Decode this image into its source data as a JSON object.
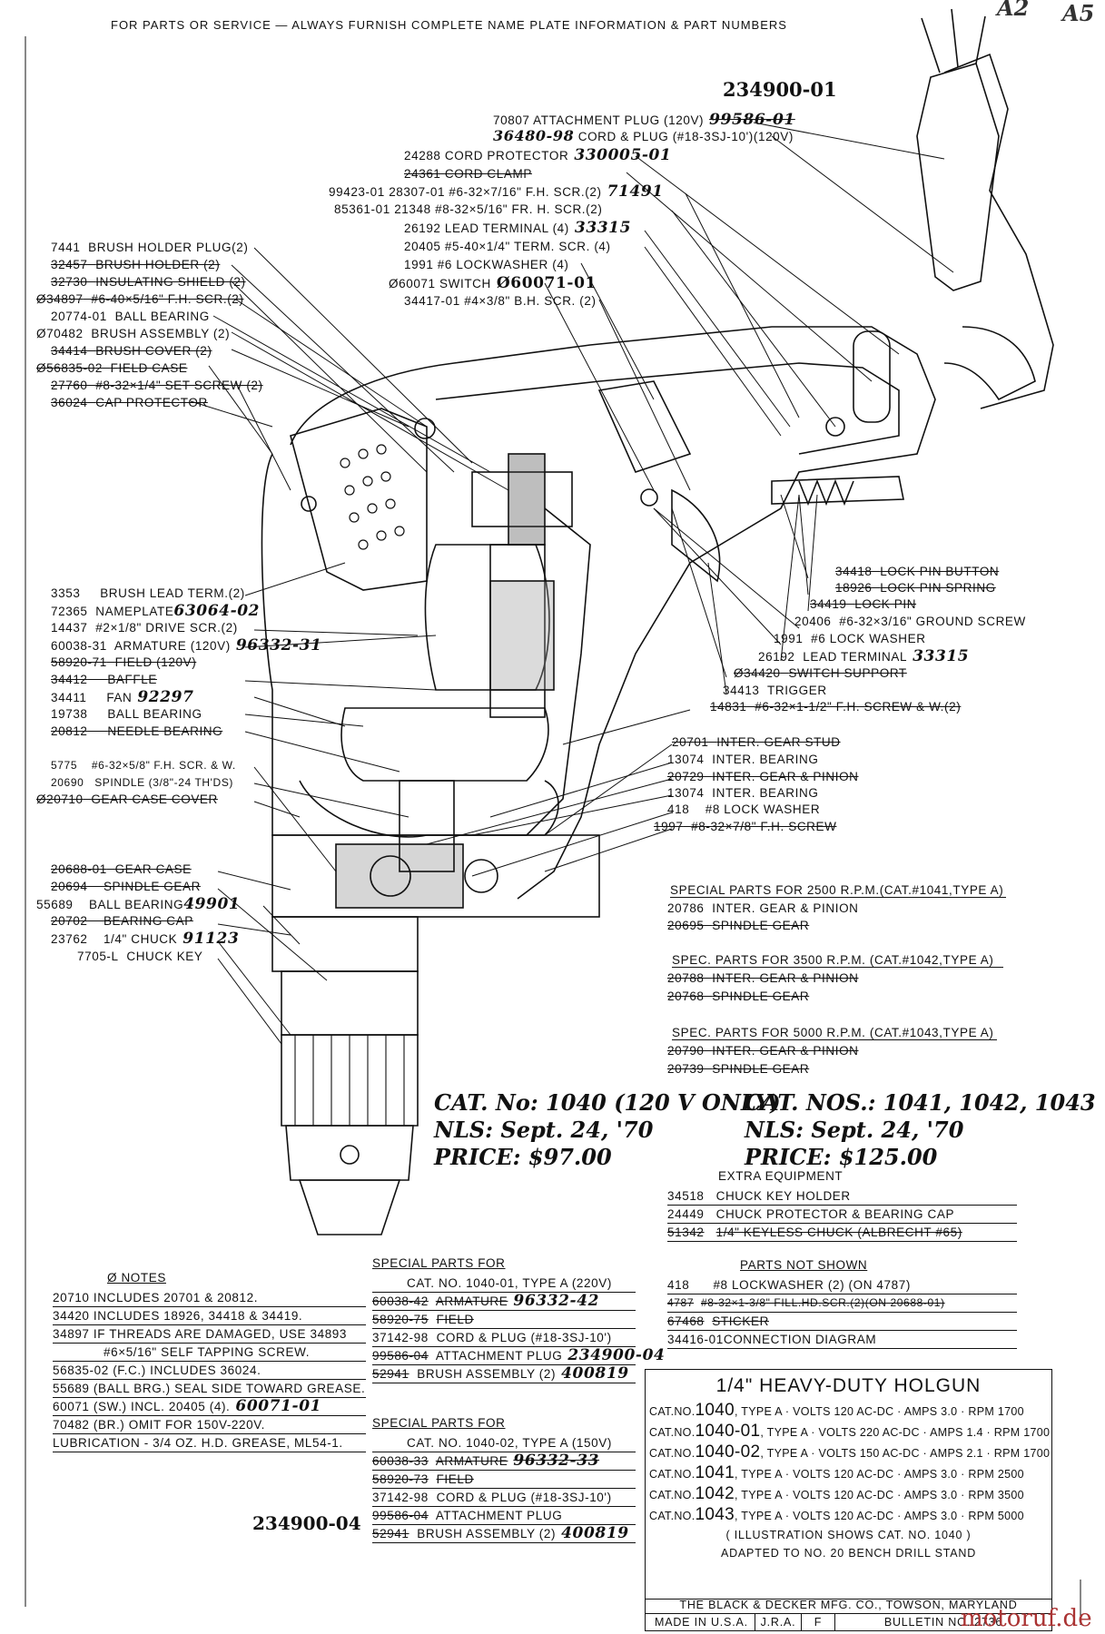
{
  "header": "FOR PARTS OR SERVICE — ALWAYS FURNISH COMPLETE NAME PLATE INFORMATION & PART NUMBERS",
  "corner_marks": [
    "A2",
    "A5"
  ],
  "top_number": "234900-01",
  "top_labels": [
    {
      "num": "70807",
      "text": "ATTACHMENT PLUG (120V)",
      "note": "99586-01",
      "struck": true
    },
    {
      "num": "36480-98",
      "text": "CORD & PLUG (#18-3SJ-10')(120V)",
      "note": "",
      "struck": false
    },
    {
      "num": "24288",
      "text": "CORD PROTECTOR",
      "note": "330005-01",
      "struck": true
    },
    {
      "num": "24361",
      "text": "CORD CLAMP",
      "note": "",
      "struck": true
    },
    {
      "num": "99423-01 28307-01",
      "text": "#6-32×7/16\" F.H. SCR.(2)",
      "note": "71491",
      "struck": true
    },
    {
      "num": "85361-01 21348",
      "text": "#8-32×5/16\" FR. H. SCR.(2)",
      "note": "",
      "struck": true
    },
    {
      "num": "26192",
      "text": "LEAD TERMINAL (4)",
      "note": "33315",
      "struck": true
    },
    {
      "num": "20405",
      "text": "#5-40×1/4\" TERM. SCR. (4)",
      "note": "",
      "struck": false
    },
    {
      "num": "1991",
      "text": "#6 LOCKWASHER (4)",
      "note": "",
      "struck": false
    },
    {
      "num": "Ø60071",
      "text": "SWITCH",
      "note": "Ø60071-01",
      "struck": true
    },
    {
      "num": "34417-01",
      "text": "#4×3/8\" B.H. SCR. (2)",
      "note": "",
      "struck": false
    }
  ],
  "left_labels_top": [
    {
      "num": "7441",
      "text": "BRUSH HOLDER PLUG(2)",
      "struck": false
    },
    {
      "num": "32457",
      "text": "BRUSH HOLDER (2)",
      "struck": true
    },
    {
      "num": "32730",
      "text": "INSULATING SHIELD (2)",
      "struck": true
    },
    {
      "num": "Ø34897",
      "text": "#6-40×5/16\" F.H. SCR.(2)",
      "struck": true
    },
    {
      "num": "20774-01",
      "text": "BALL BEARING",
      "struck": false
    },
    {
      "num": "Ø70482",
      "text": "BRUSH ASSEMBLY (2)",
      "struck": false
    },
    {
      "num": "34414",
      "text": "BRUSH COVER (2)",
      "struck": true
    },
    {
      "num": "Ø56835-02",
      "text": "FIELD CASE",
      "struck": true
    },
    {
      "num": "27760",
      "text": "#8-32×1/4\" SET SCREW (2)",
      "struck": true
    },
    {
      "num": "36024",
      "text": "CAP PROTECTOR",
      "struck": true
    }
  ],
  "left_labels_mid": [
    {
      "num": "3353",
      "text": "BRUSH LEAD TERM.(2)",
      "note": "",
      "struck": false
    },
    {
      "num": "72365",
      "text": "NAMEPLATE",
      "note": "63064-02",
      "struck": true
    },
    {
      "num": "14437",
      "text": "#2×1/8\" DRIVE SCR.(2)",
      "note": "",
      "struck": false
    },
    {
      "num": "60038-31",
      "text": "ARMATURE (120V)",
      "note": "96332-31",
      "struck": true
    },
    {
      "num": "58920-71",
      "text": "FIELD (120V)",
      "note": "",
      "struck": true
    },
    {
      "num": "34412",
      "text": "BAFFLE",
      "note": "",
      "struck": true
    },
    {
      "num": "34411",
      "text": "FAN",
      "note": "92297",
      "struck": true
    },
    {
      "num": "19738",
      "text": "BALL BEARING",
      "note": "",
      "struck": false
    },
    {
      "num": "20812",
      "text": "NEEDLE BEARING",
      "note": "",
      "struck": true
    },
    {
      "num": "5775",
      "text": "#6-32×5/8\" F.H. SCR. & W.",
      "note": "",
      "struck": false
    },
    {
      "num": "20690",
      "text": "SPINDLE (3/8\"-24 TH'DS)",
      "note": "",
      "struck": false
    },
    {
      "num": "Ø20710",
      "text": "GEAR CASE COVER",
      "note": "",
      "struck": true
    }
  ],
  "left_labels_bottom": [
    {
      "num": "20688-01",
      "text": "GEAR CASE",
      "note": "",
      "struck": true
    },
    {
      "num": "20694",
      "text": "SPINDLE GEAR",
      "note": "",
      "struck": true
    },
    {
      "num": "55689",
      "text": "BALL BEARING",
      "note": "49901",
      "struck": true
    },
    {
      "num": "20702",
      "text": "BEARING CAP",
      "note": "",
      "struck": true
    },
    {
      "num": "23762",
      "text": "1/4\" CHUCK",
      "note": "91123",
      "struck": true
    },
    {
      "num": "7705-L",
      "text": "CHUCK KEY",
      "note": "",
      "struck": false
    }
  ],
  "right_labels_mid": [
    {
      "num": "34418",
      "text": "LOCK PIN BUTTON",
      "note": "",
      "struck": true
    },
    {
      "num": "18926",
      "text": "LOCK PIN SPRING",
      "note": "",
      "struck": true
    },
    {
      "num": "34419",
      "text": "LOCK PIN",
      "note": "",
      "struck": true
    },
    {
      "num": "20406",
      "text": "#6-32×3/16\" GROUND SCREW",
      "note": "",
      "struck": false
    },
    {
      "num": "1991",
      "text": "#6 LOCK WASHER",
      "note": "",
      "struck": false
    },
    {
      "num": "26192",
      "text": "LEAD TERMINAL",
      "note": "33315",
      "struck": true
    },
    {
      "num": "Ø34420",
      "text": "SWITCH SUPPORT",
      "note": "",
      "struck": true
    },
    {
      "num": "34413",
      "text": "TRIGGER",
      "note": "",
      "struck": true
    },
    {
      "num": "14831",
      "text": "#6-32×1-1/2\" F.H. SCREW & W.(2)",
      "note": "",
      "struck": true
    }
  ],
  "right_labels_gear": [
    {
      "num": "20701",
      "text": "INTER. GEAR STUD",
      "struck": true
    },
    {
      "num": "13074",
      "text": "INTER. BEARING",
      "struck": false
    },
    {
      "num": "20729",
      "text": "INTER. GEAR & PINION",
      "struck": true
    },
    {
      "num": "13074",
      "text": "INTER. BEARING",
      "struck": false
    },
    {
      "num": "418",
      "text": "#8 LOCK WASHER",
      "struck": false
    },
    {
      "num": "1997",
      "text": "#8-32×7/8\" F.H. SCREW",
      "struck": true
    }
  ],
  "special_rpm": [
    {
      "title": "SPECIAL PARTS FOR 2500 R.P.M.(CAT.#1041,TYPE A)",
      "items": [
        {
          "num": "20786",
          "text": "INTER. GEAR & PINION",
          "struck": false
        },
        {
          "num": "20695",
          "text": "SPINDLE GEAR",
          "struck": true
        }
      ]
    },
    {
      "title": "SPEC. PARTS FOR 3500 R.P.M. (CAT.#1042,TYPE A)",
      "items": [
        {
          "num": "20788",
          "text": "INTER. GEAR & PINION",
          "struck": true
        },
        {
          "num": "20768",
          "text": "SPINDLE GEAR",
          "struck": true
        }
      ]
    },
    {
      "title": "SPEC. PARTS FOR 5000 R.P.M. (CAT.#1043,TYPE A)",
      "items": [
        {
          "num": "20790",
          "text": "INTER. GEAR & PINION",
          "struck": true
        },
        {
          "num": "20739",
          "text": "SPINDLE GEAR",
          "struck": true
        }
      ]
    }
  ],
  "handwritten_left": [
    "CAT. No: 1040 (120 V ONLY)",
    "NLS: Sept. 24, '70",
    "PRICE: $97.00"
  ],
  "handwritten_right": [
    "CAT. NOS.: 1041, 1042, 1043",
    "NLS: Sept. 24, '70",
    "PRICE: $125.00"
  ],
  "extra_equipment": {
    "title": "EXTRA EQUIPMENT",
    "items": [
      {
        "num": "34518",
        "text": "CHUCK KEY HOLDER",
        "struck": false
      },
      {
        "num": "24449",
        "text": "CHUCK PROTECTOR & BEARING CAP",
        "struck": false
      },
      {
        "num": "51342",
        "text": "1/4\" KEYLESS CHUCK (ALBRECHT #65)",
        "struck": true
      }
    ]
  },
  "notes": {
    "title": "Ø NOTES",
    "lines": [
      "20710  INCLUDES 20701 & 20812.",
      "34420  INCLUDES 18926, 34418 & 34419.",
      "34897  IF THREADS ARE DAMAGED, USE 34893",
      "#6×5/16\" SELF TAPPING SCREW.",
      "56835-02 (F.C.) INCLUDES 36024.",
      "55689 (BALL BRG.) SEAL SIDE TOWARD GREASE.",
      "60071 (SW.) INCL. 20405 (4).",
      "70482 (BR.) OMIT FOR 150V-220V.",
      "LUBRICATION - 3/4 OZ. H.D. GREASE, ML54-1."
    ],
    "switch_note": "60071-01"
  },
  "special_220": {
    "title1": "SPECIAL PARTS FOR",
    "title2": "CAT. NO. 1040-01, TYPE A (220V)",
    "items": [
      {
        "num": "60038-42",
        "text": "ARMATURE",
        "note": "96332-42",
        "struck": true
      },
      {
        "num": "58920-75",
        "text": "FIELD",
        "note": "",
        "struck": true
      },
      {
        "num": "37142-98",
        "text": "CORD & PLUG (#18-3SJ-10')",
        "note": "",
        "struck": false
      },
      {
        "num": "99586-04",
        "text": "ATTACHMENT PLUG",
        "note": "234900-04",
        "struck": true
      },
      {
        "num": "52941",
        "text": "BRUSH ASSEMBLY (2)",
        "note": "400819",
        "struck": true
      }
    ]
  },
  "special_150": {
    "title1": "SPECIAL PARTS FOR",
    "title2": "CAT. NO. 1040-02, TYPE A (150V)",
    "items": [
      {
        "num": "60038-33",
        "text": "ARMATURE",
        "note": "96332-33",
        "struck": true
      },
      {
        "num": "58920-73",
        "text": "FIELD",
        "note": "",
        "struck": true
      },
      {
        "num": "37142-98",
        "text": "CORD & PLUG (#18-3SJ-10')",
        "note": "",
        "struck": false
      },
      {
        "num": "99586-04",
        "text": "ATTACHMENT PLUG",
        "note": "",
        "struck": true
      },
      {
        "num": "52941",
        "text": "BRUSH ASSEMBLY (2)",
        "note": "400819",
        "struck": true
      }
    ],
    "side_note": "234900-04"
  },
  "parts_not_shown": {
    "title": "PARTS NOT SHOWN",
    "items": [
      {
        "num": "418",
        "text": "#8 LOCKWASHER (2) (ON 4787)",
        "struck": false
      },
      {
        "num": "4787",
        "text": "#8-32×1-3/8\" FILL.HD.SCR.(2)(ON 20688-01)",
        "struck": true
      },
      {
        "num": "67468",
        "text": "STICKER",
        "struck": true
      },
      {
        "num": "34416-01",
        "text": "CONNECTION DIAGRAM",
        "struck": false
      }
    ]
  },
  "spec_box": {
    "title": "1/4\" HEAVY-DUTY HOLGUN",
    "rows": [
      {
        "pre": "CAT.NO.",
        "cat": "1040",
        "rest": ", TYPE A · VOLTS 120 AC-DC · AMPS 3.0 · RPM 1700"
      },
      {
        "pre": "CAT.NO.",
        "cat": "1040-01",
        "rest": ", TYPE A · VOLTS 220 AC-DC · AMPS 1.4 · RPM 1700"
      },
      {
        "pre": "CAT.NO.",
        "cat": "1040-02",
        "rest": ", TYPE A · VOLTS 150 AC-DC · AMPS 2.1 · RPM 1700"
      },
      {
        "pre": "CAT.NO.",
        "cat": "1041",
        "rest": ", TYPE A · VOLTS 120 AC-DC · AMPS 3.0 · RPM 2500"
      },
      {
        "pre": "CAT.NO.",
        "cat": "1042",
        "rest": ", TYPE A · VOLTS 120 AC-DC · AMPS 3.0 · RPM 3500"
      },
      {
        "pre": "CAT.NO.",
        "cat": "1043",
        "rest": ", TYPE A · VOLTS 120 AC-DC · AMPS 3.0 · RPM 5000"
      }
    ],
    "illustration": "( ILLUSTRATION SHOWS CAT. NO. 1040 )",
    "adapted": "ADAPTED TO NO. 20 BENCH DRILL STAND",
    "maker": "THE BLACK & DECKER MFG. CO., TOWSON, MARYLAND",
    "made": "MADE IN U.S.A.",
    "jra": "J.R.A.",
    "f": "F",
    "bulletin": "BULLETIN NO. 2736"
  },
  "watermark": "motoruf.de"
}
